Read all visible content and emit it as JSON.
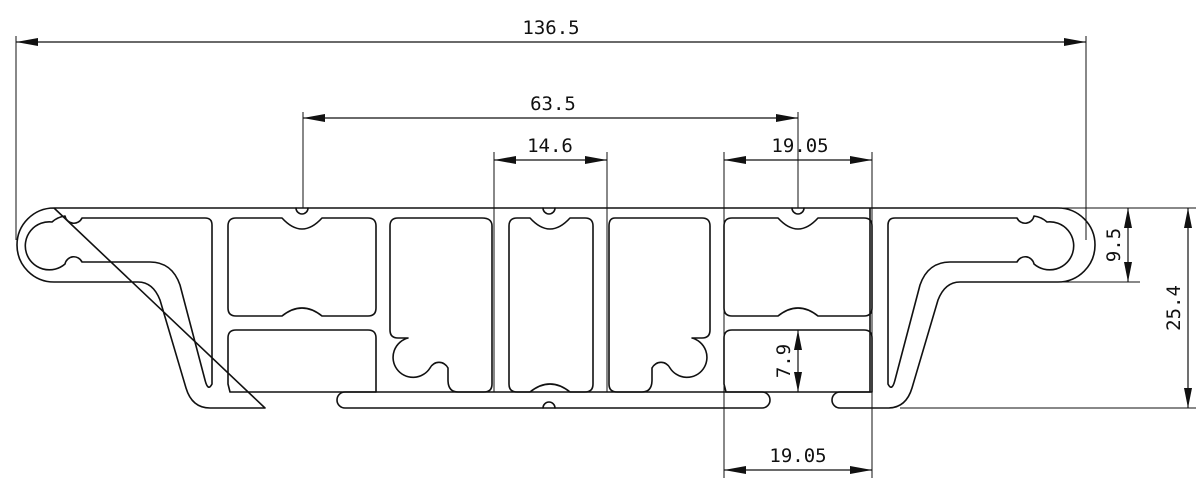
{
  "dimensions": {
    "overall_width": "136.5",
    "center_spacing": "63.5",
    "middle_cell_width": "14.6",
    "right_cell_width_top": "19.05",
    "right_cell_width_bottom": "19.05",
    "lower_cell_height": "7.9",
    "end_bulb_height": "9.5",
    "overall_height": "25.4"
  }
}
